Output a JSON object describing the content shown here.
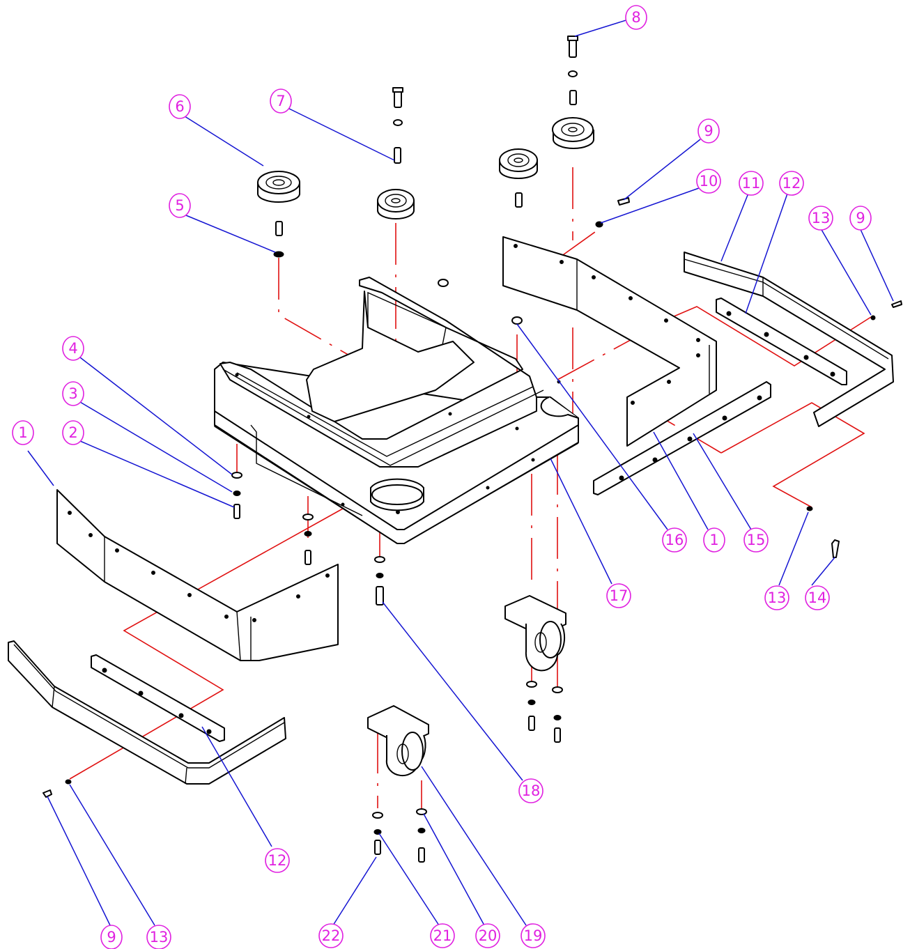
{
  "diagram": {
    "colors": {
      "balloon": "#e020e0",
      "leader": "#1414d2",
      "centerline": "#e01010",
      "outline": "#000000"
    },
    "balloons": [
      {
        "id": "b8",
        "label": "8"
      },
      {
        "id": "b6",
        "label": "6"
      },
      {
        "id": "b7",
        "label": "7"
      },
      {
        "id": "b9a",
        "label": "9"
      },
      {
        "id": "b10",
        "label": "10"
      },
      {
        "id": "b11",
        "label": "11"
      },
      {
        "id": "b12a",
        "label": "12"
      },
      {
        "id": "b13a",
        "label": "13"
      },
      {
        "id": "b9b",
        "label": "9"
      },
      {
        "id": "b5",
        "label": "5"
      },
      {
        "id": "b4",
        "label": "4"
      },
      {
        "id": "b3",
        "label": "3"
      },
      {
        "id": "b2",
        "label": "2"
      },
      {
        "id": "b1a",
        "label": "1"
      },
      {
        "id": "b16",
        "label": "16"
      },
      {
        "id": "b1b",
        "label": "1"
      },
      {
        "id": "b15",
        "label": "15"
      },
      {
        "id": "b17",
        "label": "17"
      },
      {
        "id": "b13b",
        "label": "13"
      },
      {
        "id": "b14",
        "label": "14"
      },
      {
        "id": "b18",
        "label": "18"
      },
      {
        "id": "b12b",
        "label": "12"
      },
      {
        "id": "b9c",
        "label": "9"
      },
      {
        "id": "b13c",
        "label": "13"
      },
      {
        "id": "b22",
        "label": "22"
      },
      {
        "id": "b21",
        "label": "21"
      },
      {
        "id": "b20",
        "label": "20"
      },
      {
        "id": "b19",
        "label": "19"
      }
    ]
  }
}
